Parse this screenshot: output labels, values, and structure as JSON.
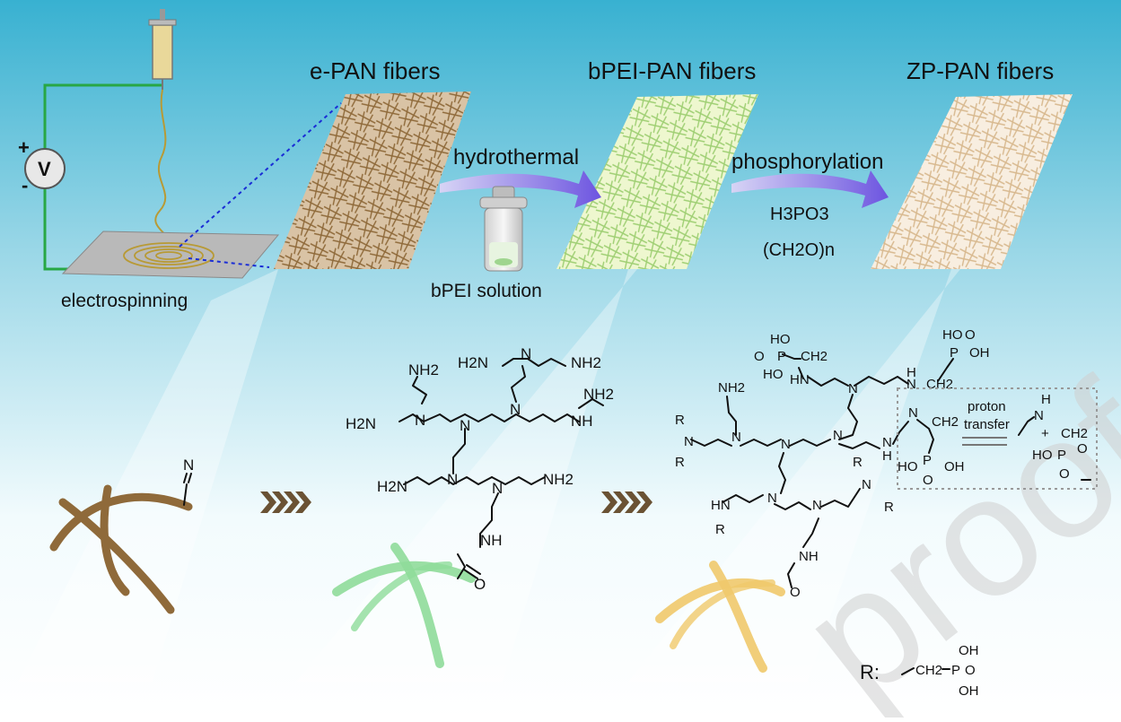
{
  "labels": {
    "epan": "e-PAN fibers",
    "bpei_pan": "bPEI-PAN fibers",
    "zp_pan": "ZP-PAN fibers",
    "electrospinning": "electrospinning",
    "hydrothermal": "hydrothermal",
    "bpei_solution": "bPEI solution",
    "phosphorylation": "phosphorylation",
    "h3po3": "H3PO3",
    "ch2o_n": "(CH2O)n",
    "proton_transfer_1": "proton",
    "proton_transfer_2": "transfer",
    "r_label": "R:",
    "watermark": "proofs",
    "voltage": "V",
    "plus": "+",
    "minus": "-"
  },
  "colors": {
    "background_top": "#3cb4d3",
    "background_bottom": "#ffffff",
    "epan_fiber": "#8f6a3a",
    "bpei_fiber": "#8fdc9a",
    "zp_fiber": "#f0c96c",
    "arrow": "#7a64e0",
    "circuit": "#28a745",
    "chevron": "#6a5234"
  },
  "chem": {
    "NH2": "NH2",
    "H2N": "H2N",
    "NH": "NH",
    "N": "N",
    "H": "H",
    "O": "O",
    "HN": "HN",
    "R": "R",
    "HO": "HO",
    "OH": "OH",
    "P": "P",
    "CH2": "CH2"
  }
}
